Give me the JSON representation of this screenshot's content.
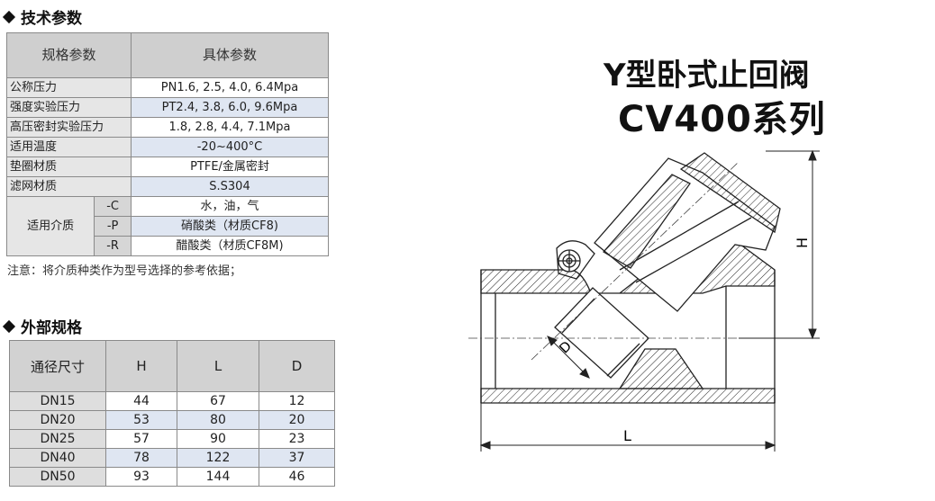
{
  "tech_params": {
    "heading": "技术参数",
    "header": {
      "col1": "规格参数",
      "col2": "具体参数"
    },
    "rows": [
      {
        "label": "公称压力",
        "value": "PN1.6, 2.5, 4.0, 6.4Mpa"
      },
      {
        "label": "强度实验压力",
        "value": "PT2.4, 3.8, 6.0, 9.6Mpa"
      },
      {
        "label": "高压密封实验压力",
        "value": "1.8, 2.8, 4.4, 7.1Mpa"
      },
      {
        "label": "适用温度",
        "value": "-20~400°C"
      },
      {
        "label": "垫圈材质",
        "value": "PTFE/金属密封"
      },
      {
        "label": "滤网材质",
        "value": "S.S304"
      }
    ],
    "media": {
      "label": "适用介质",
      "items": [
        {
          "code": "-C",
          "value": "水，油，气"
        },
        {
          "code": "-P",
          "value": "硝酸类（材质CF8)"
        },
        {
          "code": "-R",
          "value": "醋酸类（材质CF8M)"
        }
      ]
    },
    "note": "注意：将介质种类作为型号选择的参考依据；"
  },
  "outer_dims": {
    "heading": "外部规格",
    "columns": [
      "通径尺寸",
      "H",
      "L",
      "D"
    ],
    "rows": [
      [
        "DN15",
        "44",
        "67",
        "12"
      ],
      [
        "DN20",
        "53",
        "80",
        "20"
      ],
      [
        "DN25",
        "57",
        "90",
        "23"
      ],
      [
        "DN40",
        "78",
        "122",
        "37"
      ],
      [
        "DN50",
        "93",
        "144",
        "46"
      ]
    ]
  },
  "product": {
    "title_line1": "Y型卧式止回阀",
    "title_line2": "CV400系列"
  },
  "drawing": {
    "label_H": "H",
    "label_L": "L",
    "label_D": "D"
  }
}
